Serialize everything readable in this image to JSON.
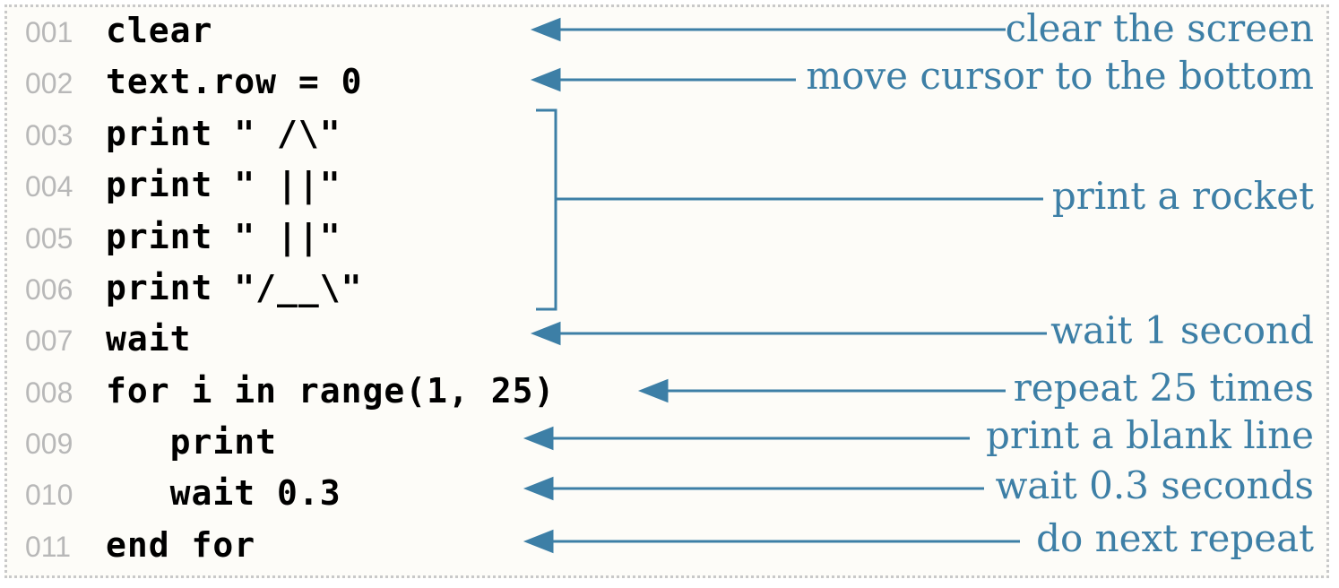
{
  "lines": [
    {
      "num": "001",
      "code": "clear"
    },
    {
      "num": "002",
      "code": "text.row = 0"
    },
    {
      "num": "003",
      "code": "print \" /\\\""
    },
    {
      "num": "004",
      "code": "print \" ||\""
    },
    {
      "num": "005",
      "code": "print \" ||\""
    },
    {
      "num": "006",
      "code": "print \"/__\\\""
    },
    {
      "num": "007",
      "code": "wait"
    },
    {
      "num": "008",
      "code": "for i in range(1, 25)"
    },
    {
      "num": "009",
      "code": "   print"
    },
    {
      "num": "010",
      "code": "   wait 0.3"
    },
    {
      "num": "011",
      "code": "end for"
    }
  ],
  "annotations": [
    "clear the screen",
    "move cursor to the bottom",
    "print a rocket",
    "wait 1 second",
    "repeat 25 times",
    "print a blank line",
    "wait 0.3 seconds",
    "do next repeat"
  ],
  "colors": {
    "annotation": "#3d7fa6",
    "line_number": "#b8b8b8",
    "code": "#000000",
    "border": "#c9c9c9"
  }
}
